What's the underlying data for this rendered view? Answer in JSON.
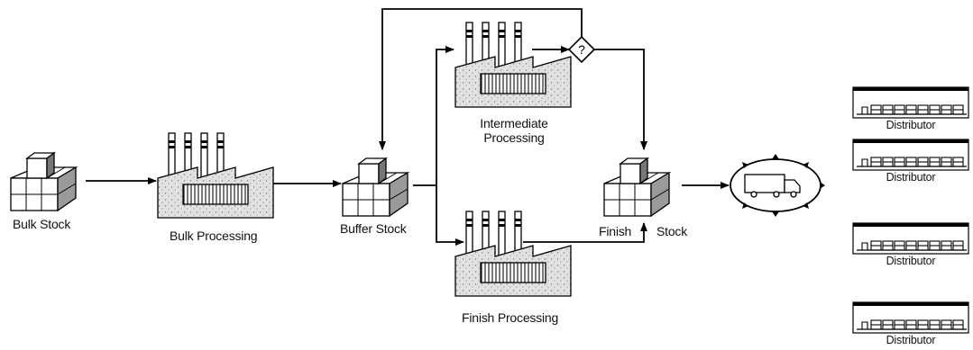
{
  "nodes": {
    "bulk_stock": "Bulk Stock",
    "bulk_processing": "Bulk Processing",
    "buffer_stock": "Buffer Stock",
    "intermediate_processing": [
      "Intermediate",
      "Processing"
    ],
    "finish_processing": "Finish Processing",
    "finish_stock": [
      "Finish",
      "Stock"
    ],
    "decision_symbol": "?"
  },
  "distributors": [
    "Distributor",
    "Distributor",
    "Distributor",
    "Distributor"
  ]
}
